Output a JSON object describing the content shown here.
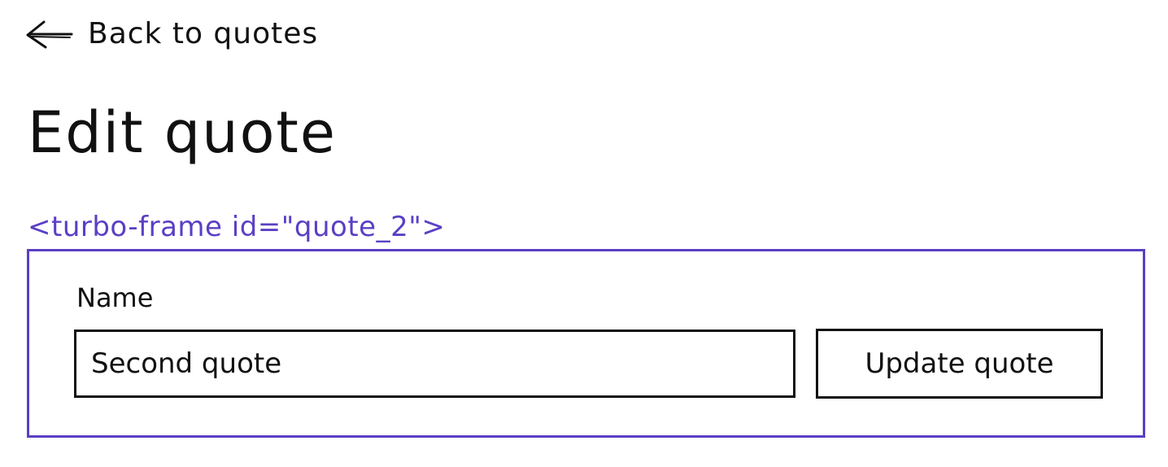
{
  "nav": {
    "back_label": "Back to quotes",
    "back_icon": "arrow-left-icon"
  },
  "page": {
    "title": "Edit quote"
  },
  "frame": {
    "tag_text": "<turbo-frame id=\"quote_2\">",
    "accent_color": "#5b3fc4"
  },
  "form": {
    "name_label": "Name",
    "name_value": "Second quote",
    "submit_label": "Update quote"
  }
}
